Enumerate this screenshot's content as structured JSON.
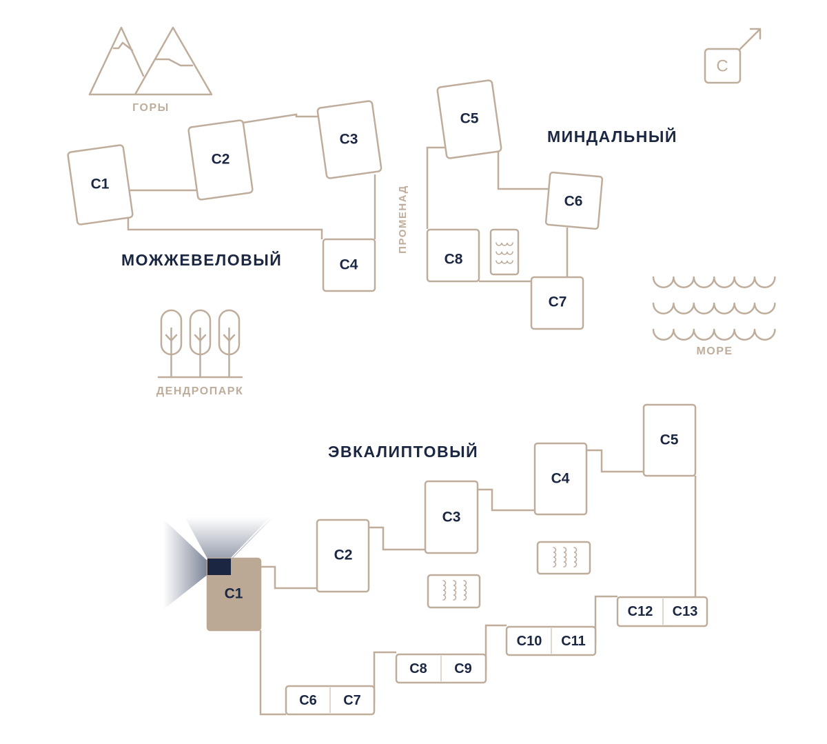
{
  "landmarks": {
    "mountains": "ГОРЫ",
    "sea": "МОРЕ",
    "park": "ДЕНДРОПАРК",
    "promenade": "ПРОМЕНАД"
  },
  "compass": {
    "label": "С"
  },
  "zones": {
    "juniper": "МОЖЖЕВЕЛОВЫЙ",
    "almond": "МИНДАЛЬНЫЙ",
    "eucalyptus": "ЭВКАЛИПТОВЫЙ"
  },
  "juniper": {
    "c1": "С1",
    "c2": "С2",
    "c3": "С3",
    "c4": "С4"
  },
  "almond": {
    "c5": "С5",
    "c6": "С6",
    "c7": "С7",
    "c8": "С8"
  },
  "eucalyptus": {
    "c1": "С1",
    "c2": "С2",
    "c3": "С3",
    "c4": "С4",
    "c5": "С5",
    "c6": "С6",
    "c7": "С7",
    "c8": "С8",
    "c9": "С9",
    "c10": "С10",
    "c11": "С11",
    "c12": "С12",
    "c13": "С13"
  },
  "selection": {
    "zone": "eucalyptus",
    "building": "С1"
  },
  "colors": {
    "line": "#bfad9c",
    "text": "#1b2742",
    "selected_fill": "#bba895",
    "marker": "#1b2742"
  }
}
